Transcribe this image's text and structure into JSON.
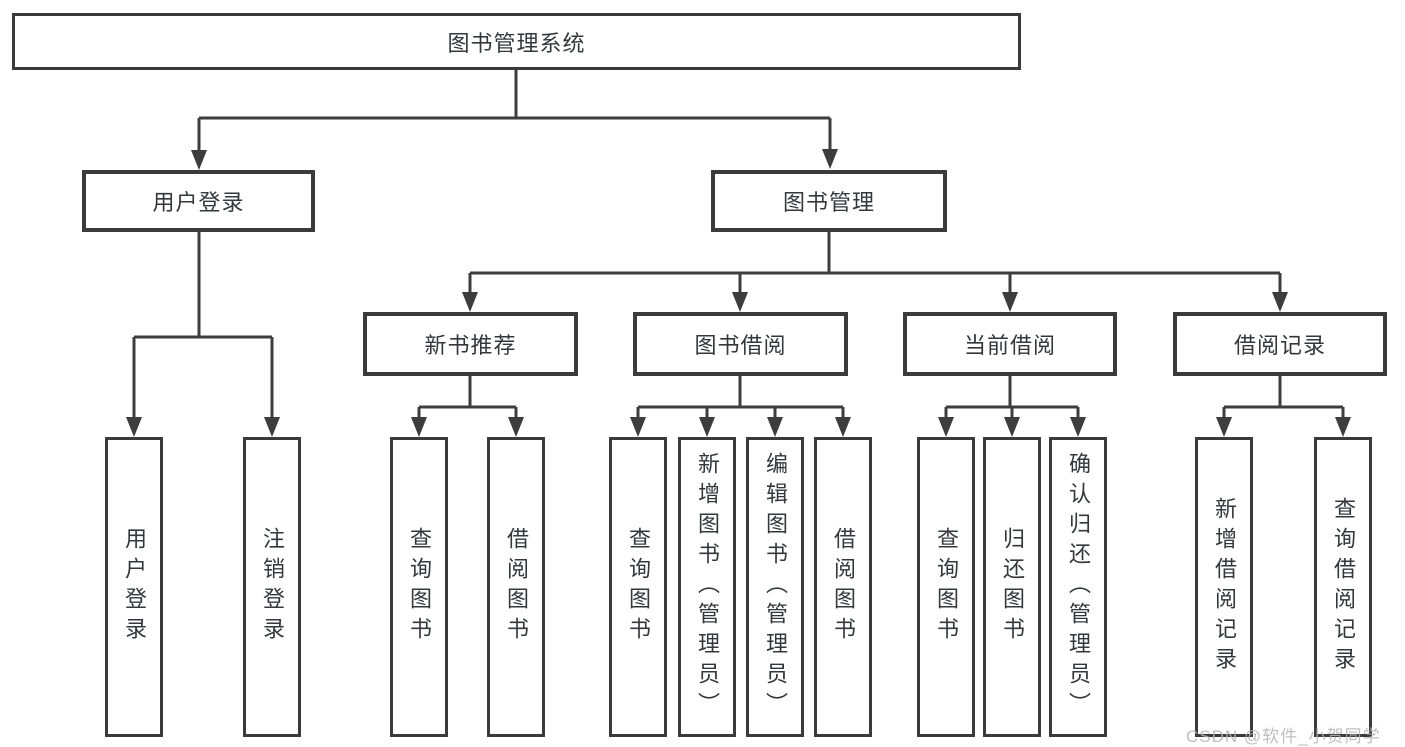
{
  "diagram": {
    "background": "#ffffff",
    "line_color": "#3d3d3d",
    "box_border_color": "#3b3b3b",
    "text_color": "#34373c",
    "tree": {
      "label": "图书管理系统",
      "children": [
        {
          "label": "用户登录",
          "children": [
            {
              "label": "用户登录"
            },
            {
              "label": "注销登录"
            }
          ]
        },
        {
          "label": "图书管理",
          "children": [
            {
              "label": "新书推荐",
              "children": [
                {
                  "label": "查询图书"
                },
                {
                  "label": "借阅图书"
                }
              ]
            },
            {
              "label": "图书借阅",
              "children": [
                {
                  "label": "查询图书"
                },
                {
                  "label": "新增图书（管理员）"
                },
                {
                  "label": "编辑图书（管理员）"
                },
                {
                  "label": "借阅图书"
                }
              ]
            },
            {
              "label": "当前借阅",
              "children": [
                {
                  "label": "查询图书"
                },
                {
                  "label": "归还图书"
                },
                {
                  "label": "确认归还（管理员）"
                }
              ]
            },
            {
              "label": "借阅记录",
              "children": [
                {
                  "label": "新增借阅记录"
                },
                {
                  "label": "查询借阅记录"
                }
              ]
            }
          ]
        }
      ]
    }
  },
  "watermark": {
    "text": "CSDN @软件_小贺同学",
    "color": "#b5b5b5"
  }
}
